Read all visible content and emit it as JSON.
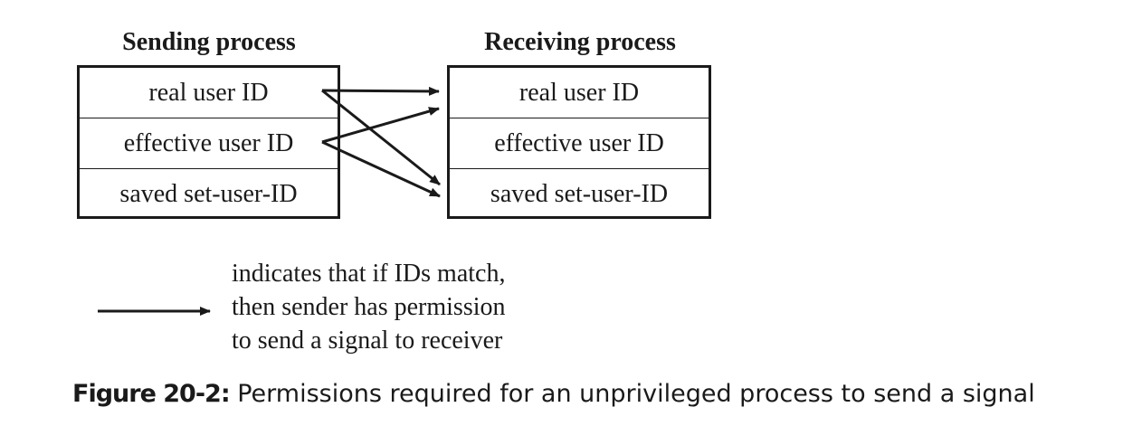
{
  "sending": {
    "heading": "Sending process",
    "rows": [
      "real user ID",
      "effective user ID",
      "saved set-user-ID"
    ]
  },
  "receiving": {
    "heading": "Receiving process",
    "rows": [
      "real user ID",
      "effective user ID",
      "saved set-user-ID"
    ]
  },
  "legend": {
    "lines": [
      "indicates that if IDs match,",
      "then sender has permission",
      "to send a signal to receiver"
    ]
  },
  "caption": {
    "label": "Figure 20-2:",
    "text": " Permissions required for an unprivileged process to send a signal"
  },
  "colors": {
    "ink": "#1a1a1a",
    "background": "#ffffff"
  }
}
